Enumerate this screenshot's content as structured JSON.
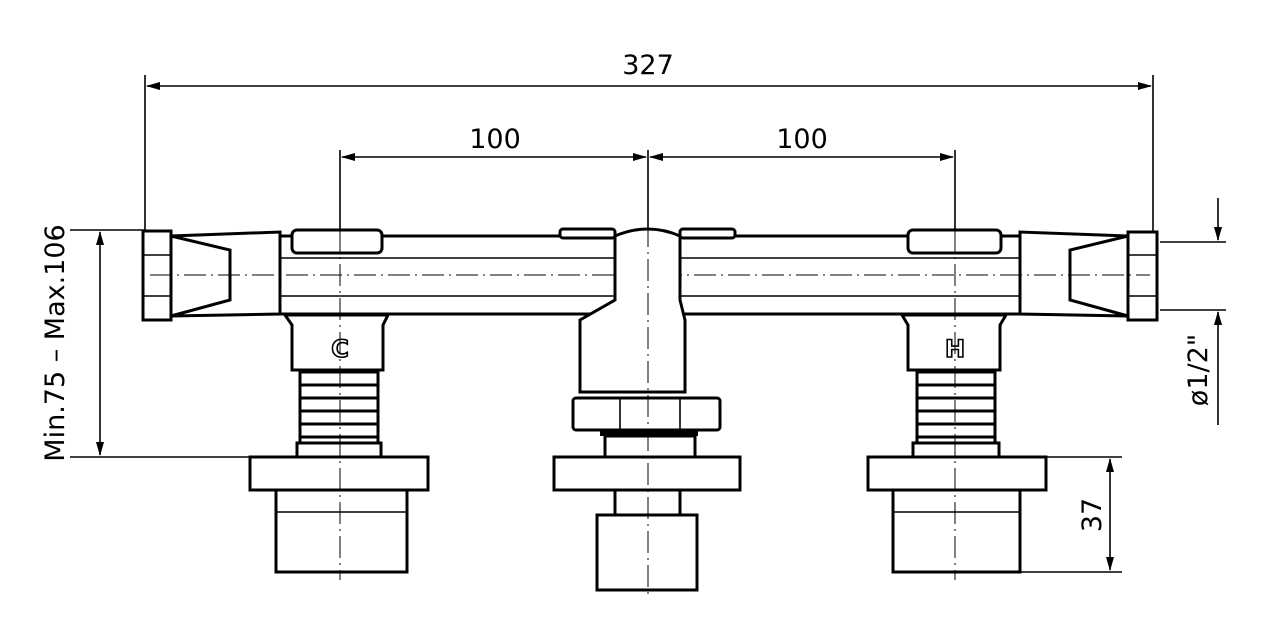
{
  "title": "Three-hole basin mixer technical drawing",
  "dimensions": {
    "overall_width": "327",
    "left_spacing": "100",
    "right_spacing": "100",
    "height_range": "Min.75  –  Max.106",
    "connection": "ø1/2\"",
    "handle_height": "37"
  },
  "labels": {
    "cold": "C",
    "hot": "H"
  },
  "colors": {
    "line": "#000000",
    "background": "#ffffff"
  }
}
